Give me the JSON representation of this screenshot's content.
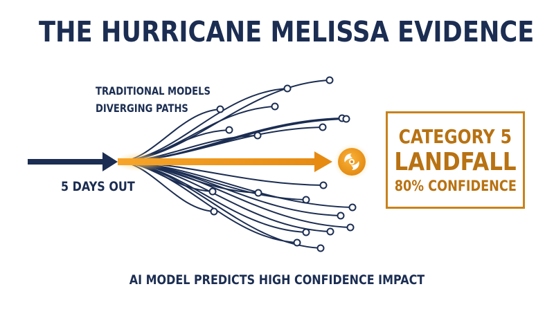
{
  "title": "THE HURRICANE MELISSA EVIDENCE",
  "traditional_label": [
    "TRADITIONAL MODELS",
    "DIVERGING PATHS"
  ],
  "timeline_label": "5 DAYS OUT",
  "result": {
    "line1": "CATEGORY 5",
    "line2": "LANDFALL",
    "line3": "80% CONFIDENCE"
  },
  "footer": "AI MODEL PREDICTS HIGH CONFIDENCE IMPACT",
  "colors": {
    "navy": "#1b2d52",
    "gold": "#c8821a",
    "orange": "#f0a020",
    "white": "#ffffff"
  },
  "icons": {
    "input_arrow": "arrow-right-icon",
    "ai_arrow": "arrow-right-icon",
    "hurricane": "hurricane-icon",
    "path_endpoint": "circle-icon"
  }
}
